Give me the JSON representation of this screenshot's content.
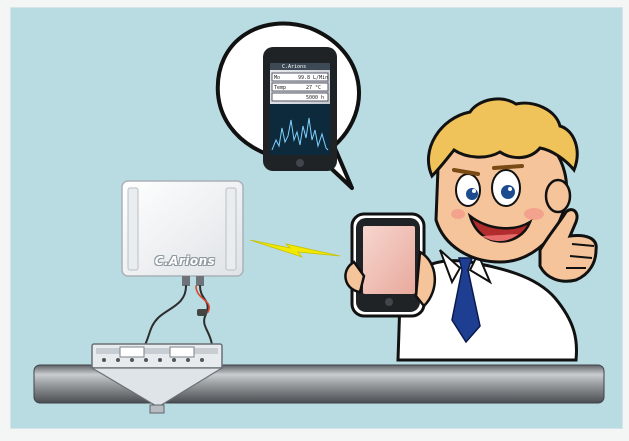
{
  "device": {
    "brand_label": "C.Arions"
  },
  "phone_screen": {
    "title": "C.Arions",
    "rows": [
      {
        "label": "Mo",
        "value": "99.8 L/Min"
      },
      {
        "label": "Temp",
        "value": "27 °C"
      },
      {
        "label": "",
        "value": "5000 h"
      }
    ]
  },
  "colors": {
    "background": "#b9dce3",
    "pipe": "#8f9396",
    "signal": "#f2e900",
    "tie": "#1e3f91",
    "hair": "#f0c25a",
    "skin": "#f6c49a"
  },
  "icons": {
    "signal": "lightning-signal-icon",
    "phone": "smartphone-icon"
  }
}
